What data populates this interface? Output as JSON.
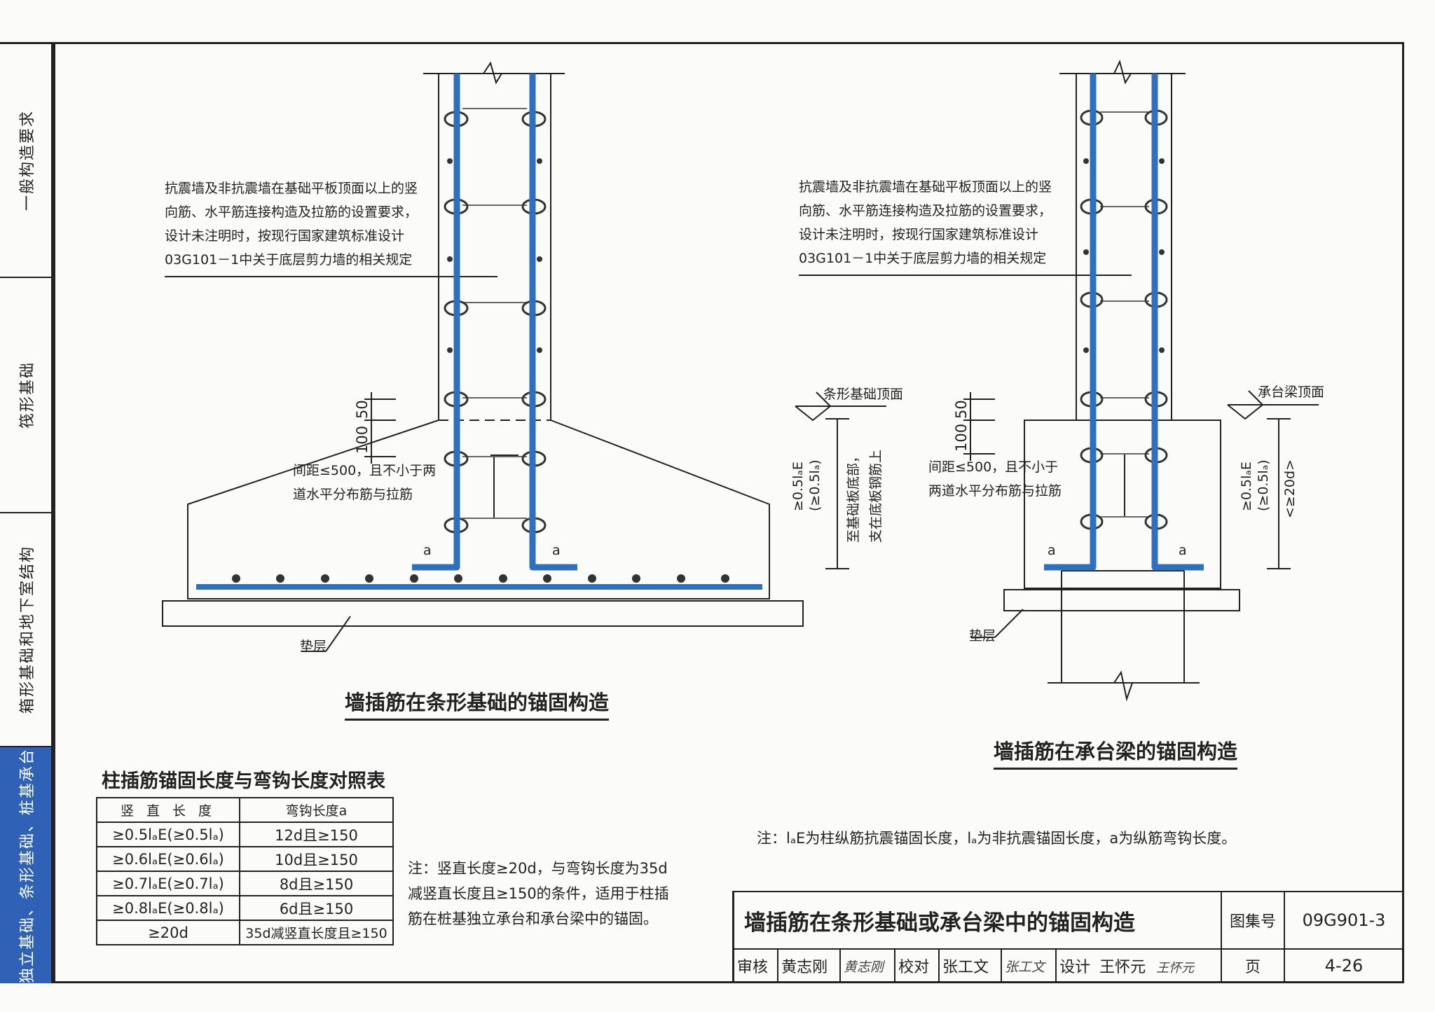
{
  "sidebar": {
    "tabs": [
      {
        "label": "一般构造要求",
        "active": false
      },
      {
        "label": "筏形基础",
        "active": false
      },
      {
        "label": "箱形基础和地下室结构",
        "active": false
      },
      {
        "label": "独立基础、条形基础、桩基承台",
        "active": true
      }
    ]
  },
  "colors": {
    "rebar": "#2f6fc0",
    "active_tab": "#2f62b7",
    "line": "#222222"
  },
  "left_diagram": {
    "note_lines": [
      "抗震墙及非抗震墙在基础平板顶面以上的竖",
      "向筋、水平筋连接构造及拉筋的设置要求，",
      "设计未注明时，按现行国家建筑标准设计",
      "03G101－1中关于底层剪力墙的相关规定"
    ],
    "spacing_note": [
      "间距≤500，且不小于两",
      "道水平分布筋与拉筋"
    ],
    "dim_100": "100",
    "dim_50": "50",
    "hook_a": "a",
    "top_label": "条形基础顶面",
    "vert_dim_1": "≥0.5lₐE",
    "vert_dim_2": "(≥0.5lₐ)",
    "side_note_1": "至基础板底部，",
    "side_note_2": "支在底板钢筋上",
    "cushion": "垫层",
    "caption": "墙插筋在条形基础的锚固构造"
  },
  "right_diagram": {
    "note_lines": [
      "抗震墙及非抗震墙在基础平板顶面以上的竖",
      "向筋、水平筋连接构造及拉筋的设置要求，",
      "设计未注明时，按现行国家建筑标准设计",
      "03G101－1中关于底层剪力墙的相关规定"
    ],
    "spacing_note": [
      "间距≤500，且不小于",
      "两道水平分布筋与拉筋"
    ],
    "dim_100": "100",
    "dim_50": "50",
    "hook_a": "a",
    "top_label": "承台梁顶面",
    "vert_dim_1": "≥0.5lₐE",
    "vert_dim_2": "(≥0.5lₐ)",
    "vert_dim_3": "<≥20d>",
    "cushion": "垫层",
    "caption": "墙插筋在承台梁的锚固构造"
  },
  "table": {
    "title": "柱插筋锚固长度与弯钩长度对照表",
    "headers": [
      "竖 直 长 度",
      "弯钩长度a"
    ],
    "rows": [
      [
        "≥0.5lₐE(≥0.5lₐ)",
        "12d且≥150"
      ],
      [
        "≥0.6lₐE(≥0.6lₐ)",
        "10d且≥150"
      ],
      [
        "≥0.7lₐE(≥0.7lₐ)",
        "8d且≥150"
      ],
      [
        "≥0.8lₐE(≥0.8lₐ)",
        "6d且≥150"
      ],
      [
        "≥20d",
        "35d减竖直长度且≥150"
      ]
    ]
  },
  "table_note": [
    "注：竖直长度≥20d，与弯钩长度为35d",
    "减竖直长度且≥150的条件，适用于柱插",
    "筋在桩基独立承台和承台梁中的锚固。"
  ],
  "general_note": "注：lₐE为柱纵筋抗震锚固长度，lₐ为非抗震锚固长度，a为纵筋弯钩长度。",
  "title_block": {
    "title": "墙插筋在条形基础或承台梁中的锚固构造",
    "atlas_label": "图集号",
    "atlas_no": "09G901-3",
    "review_label": "审核",
    "reviewer": "黄志刚",
    "reviewer_sig": "黄志刚",
    "check_label": "校对",
    "checker": "张工文",
    "checker_sig": "张工文",
    "design_label": "设计",
    "designer": "王怀元",
    "designer_sig": "王怀元",
    "page_label": "页",
    "page_no": "4-26"
  }
}
